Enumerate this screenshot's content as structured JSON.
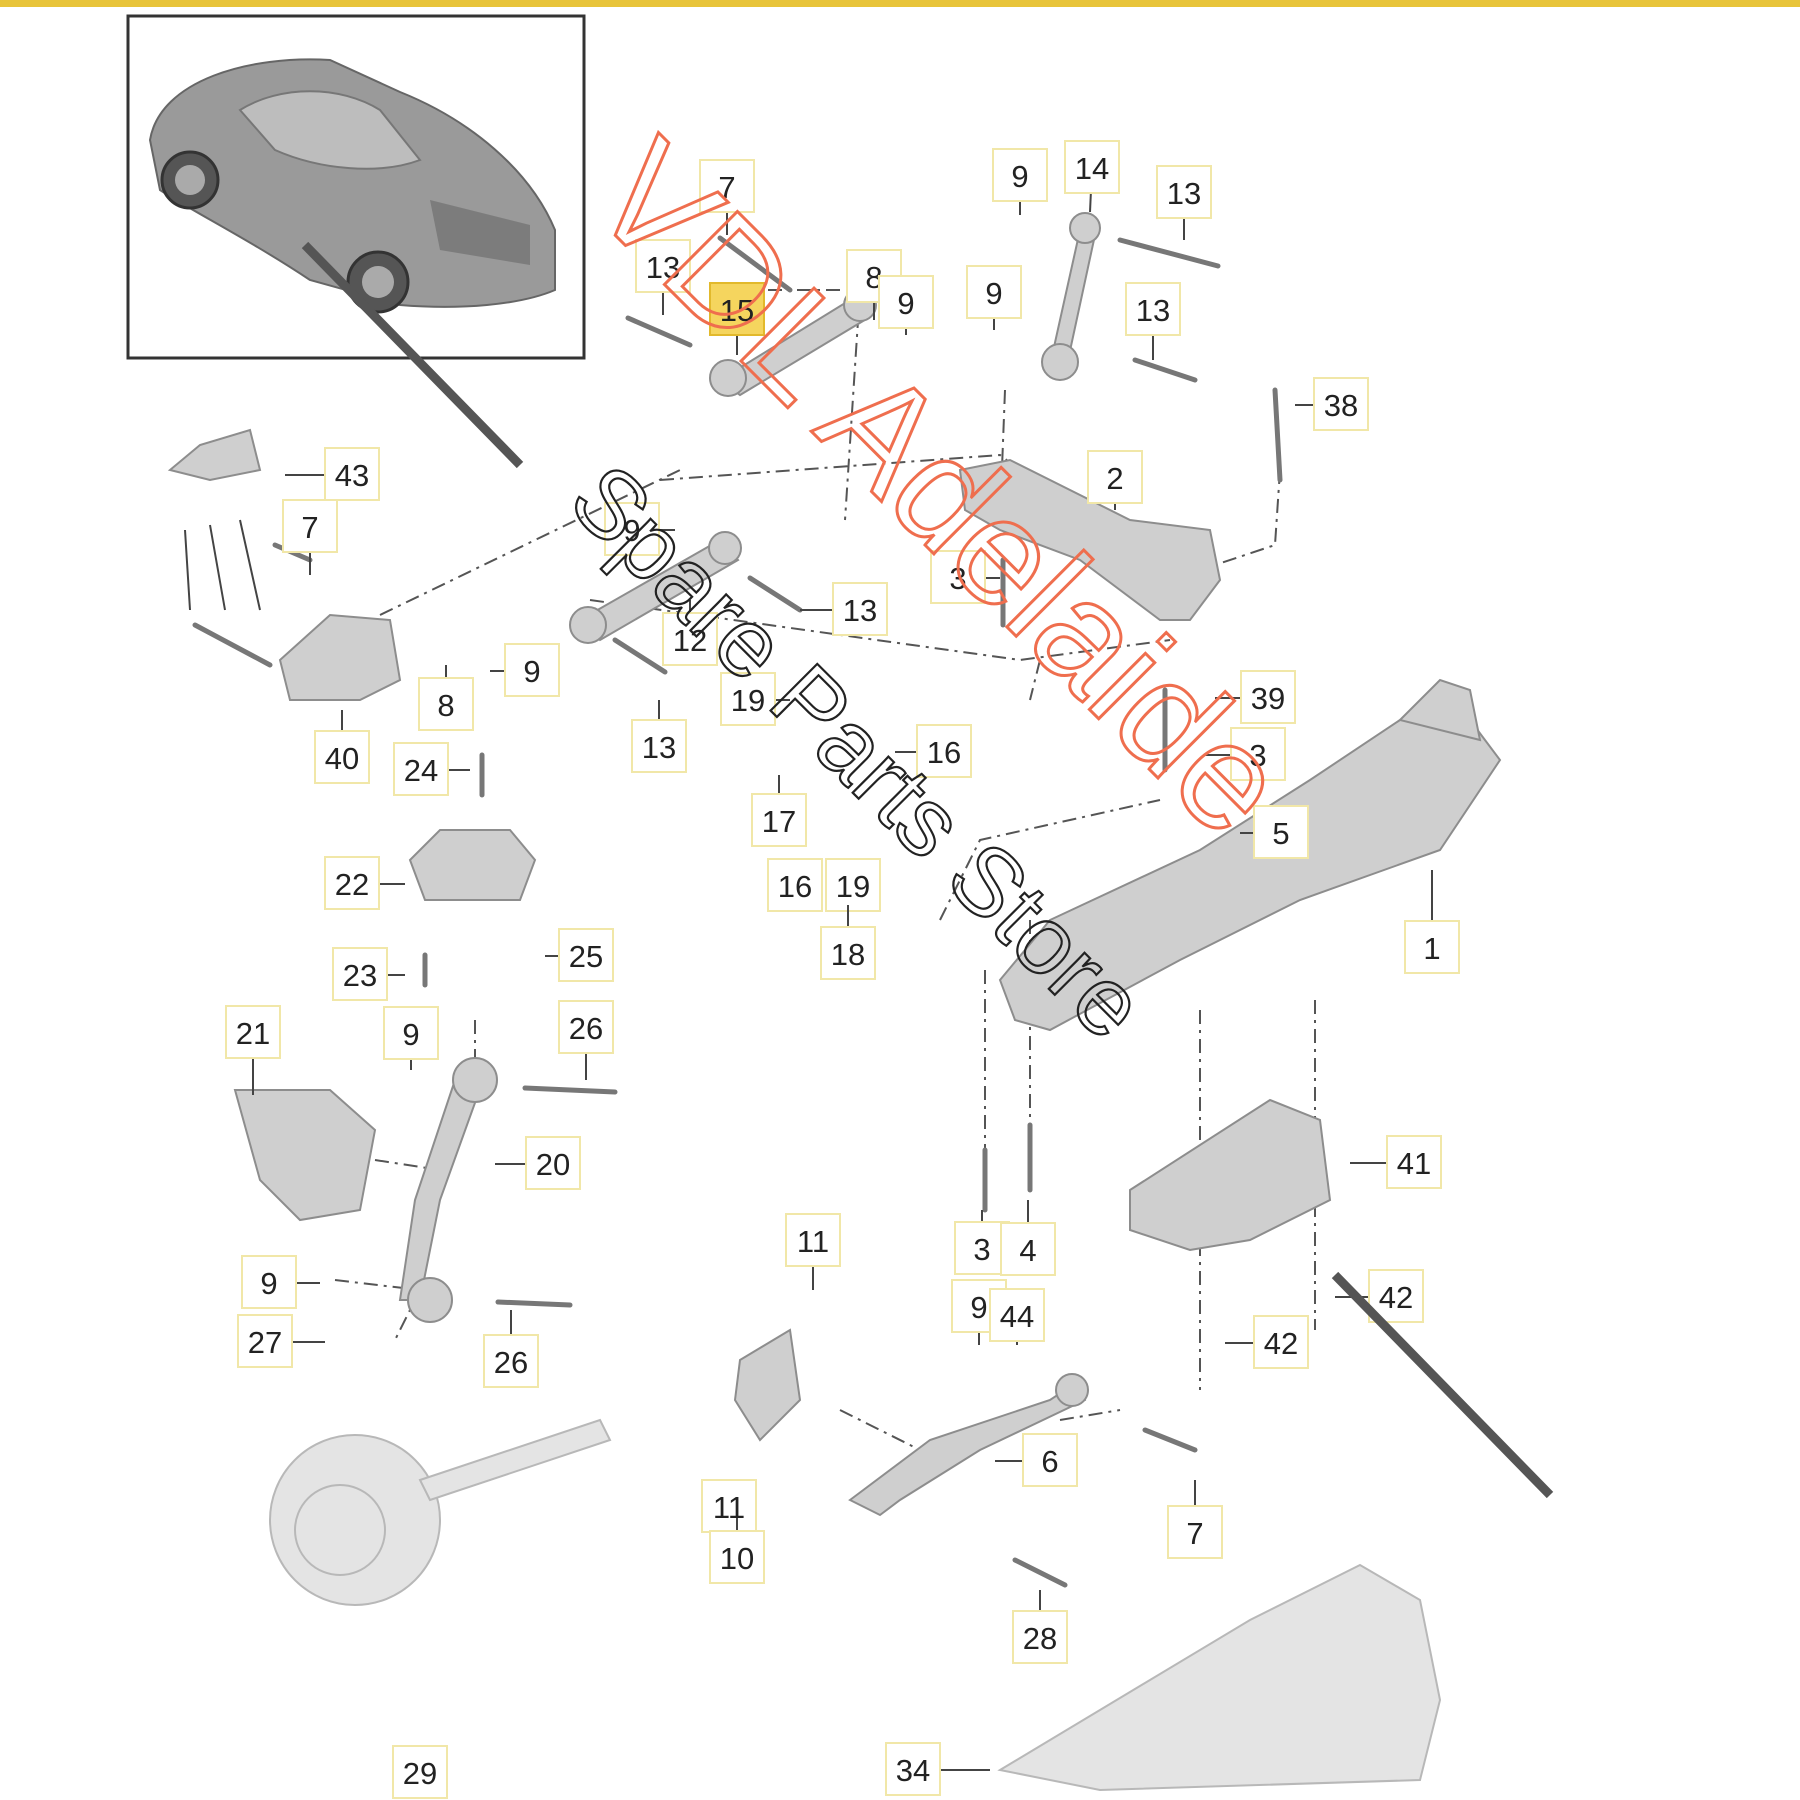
{
  "accent_color": "#e8c43a",
  "highlight_color": "#f5d55e",
  "thumbnail": {
    "icon": "car-icon"
  },
  "watermark": {
    "line1": "VDL Adelaide",
    "line2": "Spare Parts Store"
  },
  "callouts": {
    "c7a": "7",
    "c13a": "13",
    "c15": "15",
    "c8a": "8",
    "c9a": "9",
    "c9b": "9",
    "c14": "14",
    "c13b": "13",
    "c9c": "9",
    "c13c": "13",
    "c38": "38",
    "c43": "43",
    "c7b": "7",
    "c9d": "9",
    "c2": "2",
    "c3a": "3",
    "c13d": "13",
    "c12": "12",
    "c13e": "13",
    "c9e": "9",
    "c8b": "8",
    "c40": "40",
    "c19a": "19",
    "c39": "39",
    "c3b": "3",
    "c16a": "16",
    "c17": "17",
    "c24": "24",
    "c5": "5",
    "c22": "22",
    "c16b": "16",
    "c19b": "19",
    "c18": "18",
    "c1": "1",
    "c23": "23",
    "c25": "25",
    "c21": "21",
    "c9f": "9",
    "c26a": "26",
    "c20": "20",
    "c41": "41",
    "c3c": "3",
    "c4": "4",
    "c11a": "11",
    "c9g": "9",
    "c42a": "42",
    "c9h": "9",
    "c44": "44",
    "c42b": "42",
    "c27": "27",
    "c26b": "26",
    "c6": "6",
    "c11b": "11",
    "c10": "10",
    "c7c": "7",
    "c28": "28",
    "c29": "29",
    "c34": "34"
  }
}
